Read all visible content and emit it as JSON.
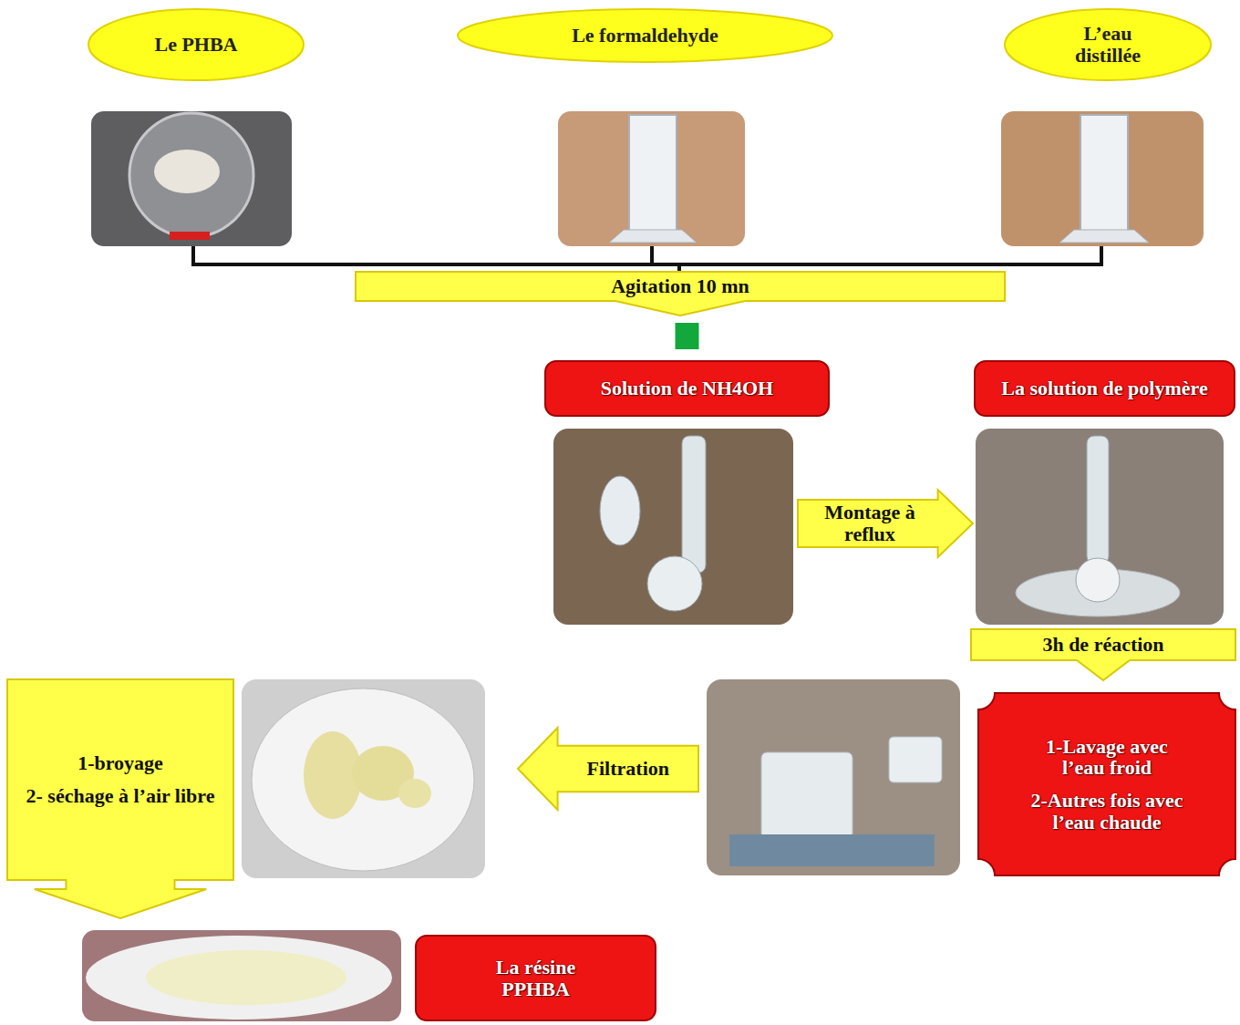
{
  "diagram": {
    "nodes": [
      {
        "text": [
          "Le PHBA"
        ]
      },
      {
        "text": [
          "Le formaldehyde"
        ]
      },
      {
        "text": [
          "L’eau distillée"
        ]
      },
      {
        "text": [
          "Agitation 10 mn"
        ]
      },
      {
        "text": [
          "Solution de NH4OH"
        ]
      },
      {
        "text": [
          "La solution de polymère"
        ]
      },
      {
        "text": [
          "Montage à reflux"
        ]
      },
      {
        "text": [
          "3h de réaction"
        ]
      },
      {
        "text": [
          "1-Lavage avec l’eau froid",
          "2-Autres fois avec l’eau chaude"
        ]
      },
      {
        "text": [
          "Filtration"
        ]
      },
      {
        "text": [
          "1-broyage",
          "2- séchage à l’air libre"
        ]
      },
      {
        "text": [
          "La résine PPHBA"
        ]
      }
    ],
    "edges": [
      {
        "from": 3,
        "to": 4,
        "arrow": "none"
      }
    ]
  }
}
